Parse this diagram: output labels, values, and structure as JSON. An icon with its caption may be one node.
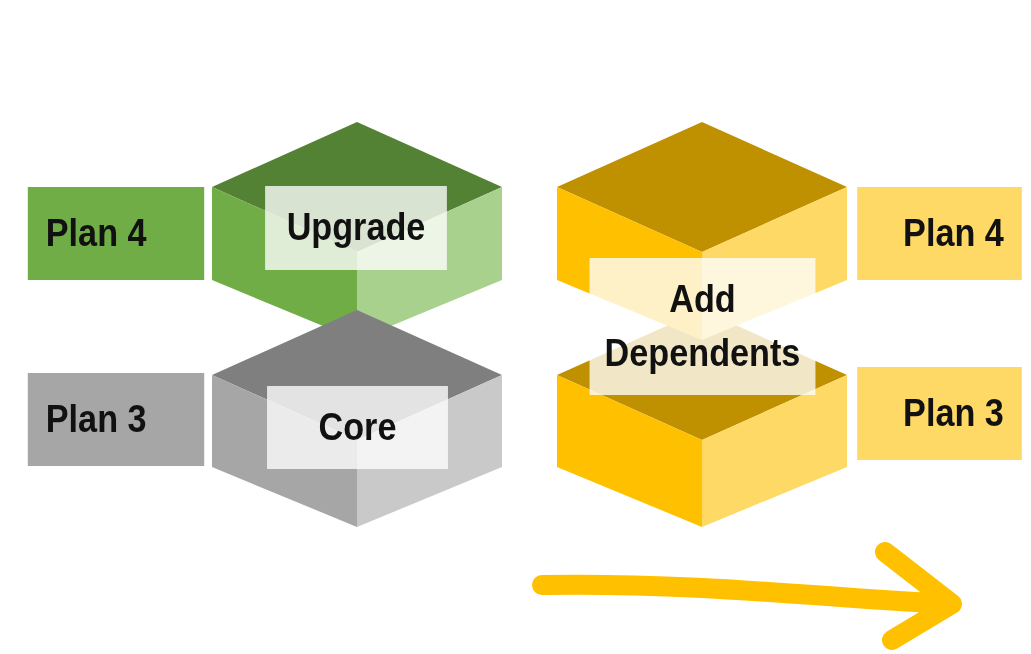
{
  "diagram": {
    "nodes": [
      {
        "text": [
          "Plan 4"
        ]
      },
      {
        "text": [
          "Upgrade"
        ]
      },
      {
        "text": [
          "Plan 3"
        ]
      },
      {
        "text": [
          "Core"
        ]
      },
      {
        "text": [
          "Plan 4"
        ]
      },
      {
        "text": [
          "Add Dependents"
        ]
      },
      {
        "text": [
          "Plan 3"
        ]
      }
    ],
    "edges": []
  }
}
